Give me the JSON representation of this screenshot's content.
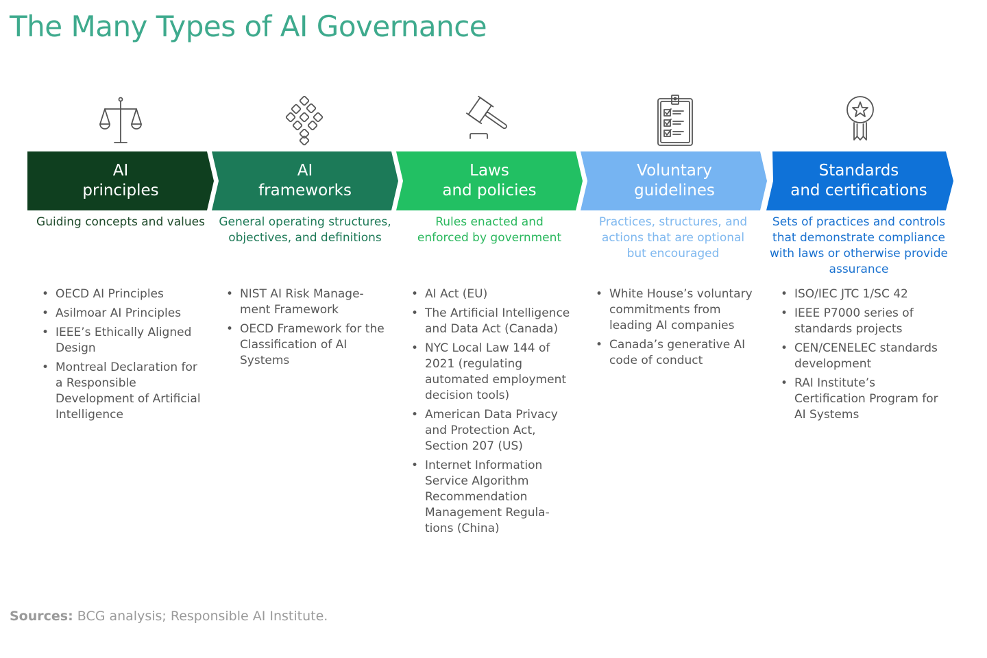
{
  "title": "The Many Types of AI Governance",
  "colors": {
    "title": "#3eaa8d",
    "list_text": "#575757",
    "sources": "#9a9a9a"
  },
  "columns": [
    {
      "icon": "scales-of-justice-icon",
      "heading_line1": "AI",
      "heading_line2": "principles",
      "fill": "#0f3f1f",
      "desc_color": "#1e4a2a",
      "description": "Guiding concepts and values",
      "items": [
        "OECD AI Principles",
        "Asilmoar AI Principles",
        "IEEE’s Ethically Aligned Design",
        "Montreal Declaration for a Responsible Development of Artificial Intelligence"
      ]
    },
    {
      "icon": "chain-links-network-icon",
      "heading_line1": "AI",
      "heading_line2": "frameworks",
      "fill": "#1c7a58",
      "desc_color": "#1f7a58",
      "description": "General operating structures, objectives, and definitions",
      "items": [
        "NIST AI Risk Manage-ment Framework",
        "OECD Framework for the Classification of AI Systems"
      ]
    },
    {
      "icon": "gavel-icon",
      "heading_line1": "Laws",
      "heading_line2": "and policies",
      "fill": "#22c063",
      "desc_color": "#2bb85e",
      "description": "Rules enacted and enforced by government",
      "items": [
        "AI Act (EU)",
        "The Artificial Intelligence and Data Act (Canada)",
        "NYC Local Law 144 of 2021 (regulating automated employment decision tools)",
        "American Data Privacy and Protection Act, Section 207 (US)",
        "Internet Information Service Algorithm Recommendation Management Regula-tions (China)"
      ]
    },
    {
      "icon": "checklist-clipboard-icon",
      "heading_line1": "Voluntary",
      "heading_line2": "guidelines",
      "fill": "#76b4f2",
      "desc_color": "#7fb8ef",
      "description": "Practices, structures, and actions that are optional but encouraged",
      "items": [
        "White House’s voluntary commitments from leading AI companies",
        "Canada’s generative AI code of conduct"
      ]
    },
    {
      "icon": "award-ribbon-star-icon",
      "heading_line1": "Standards",
      "heading_line2": "and certifications",
      "fill": "#0f72d8",
      "desc_color": "#1a72d0",
      "description": "Sets of practices and controls that demonstrate compliance with laws or otherwise provide assurance",
      "items": [
        "ISO/IEC JTC 1/SC 42",
        "IEEE P7000 series of standards projects",
        "CEN/CENELEC standards development",
        "RAI Institute’s Certification Program for AI Systems"
      ]
    }
  ],
  "sources": {
    "label": "Sources:",
    "text": " BCG analysis; Responsible AI Institute."
  }
}
